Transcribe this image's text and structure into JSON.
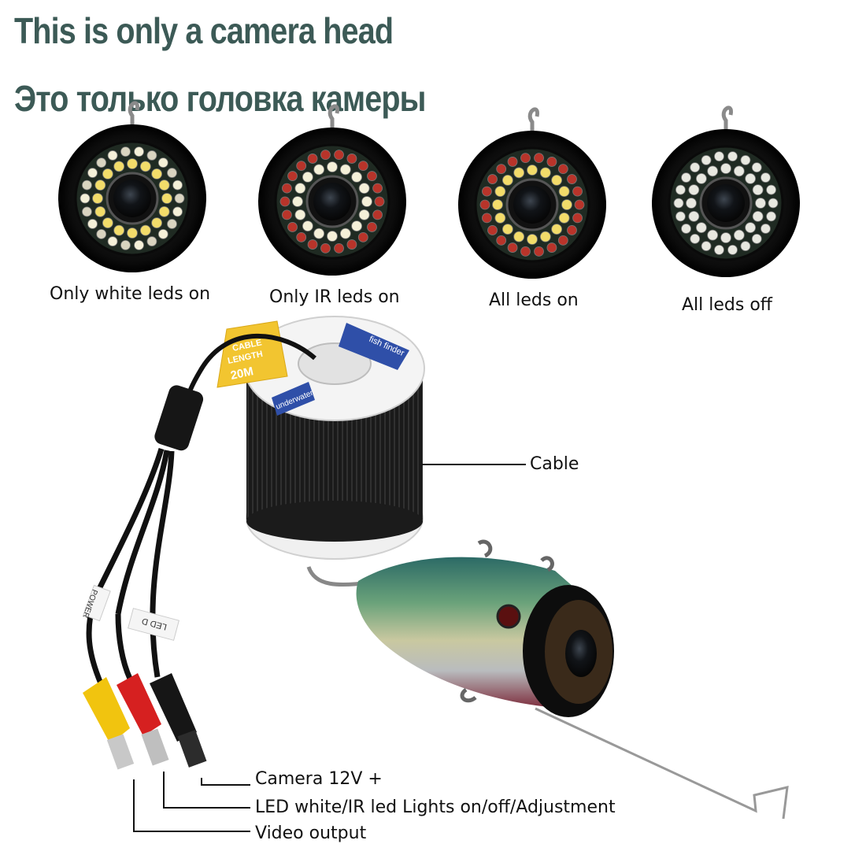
{
  "headline": {
    "english": "This is only a camera head",
    "russian": "Это только головка камеры"
  },
  "camera_modes": [
    {
      "label": "Only white leds on",
      "mode": "white"
    },
    {
      "label": "Only IR leds on",
      "mode": "ir"
    },
    {
      "label": "All leds on",
      "mode": "all"
    },
    {
      "label": "All leds off",
      "mode": "off"
    }
  ],
  "spool": {
    "tag_line1": "CABLE",
    "tag_line2": "LENGTH",
    "tag_line3": "20M",
    "label_brand": "fish finder",
    "label_side": "underwater"
  },
  "cable_tags": {
    "led": "LED D",
    "power": "POWER"
  },
  "callouts": {
    "cable": "Cable",
    "camera_power": "Camera 12V +",
    "led_control": "LED white/IR led Lights on/off/Adjustment",
    "video_output": "Video output"
  },
  "colors": {
    "headline": "#3c5a56",
    "white_led": "#f4f0d8",
    "yellow_led": "#f2dc6a",
    "ir_led": "#b8342a",
    "rca_yellow": "#f1c40f",
    "rca_red": "#d62020",
    "rca_black": "#161616",
    "spool_label_blue": "#2f4fa8"
  }
}
